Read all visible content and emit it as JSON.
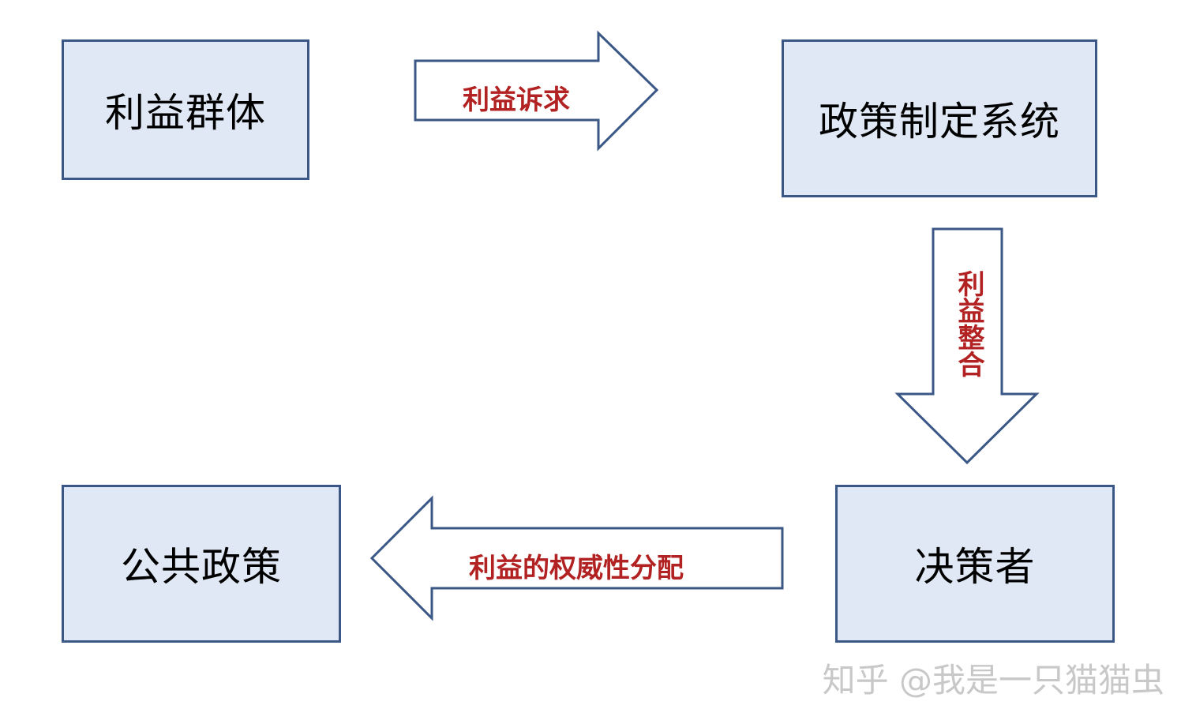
{
  "nodes": {
    "interest_groups": "利益群体",
    "policy_system": "政策制定系统",
    "decision_maker": "决策者",
    "public_policy": "公共政策"
  },
  "arrows": {
    "demand": "利益诉求",
    "integration": "利益整合",
    "distribution": "利益的权威性分配"
  },
  "watermark": "知乎 @我是一只猫猫虫",
  "colors": {
    "box_fill": "#dfe8f4",
    "box_border": "#3b5786",
    "arrow_label": "#b22222",
    "watermark": "#c8c8c8"
  }
}
